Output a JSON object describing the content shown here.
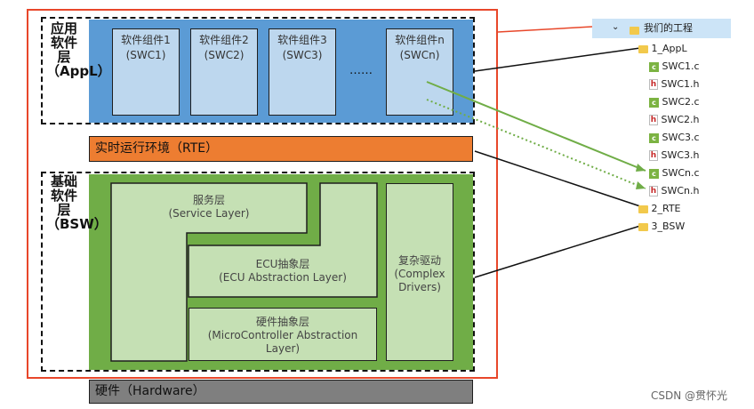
{
  "appl": {
    "layer_label": "应用软件层\n（AppL）",
    "components": [
      {
        "name": "软件组件1",
        "code": "(SWC1)"
      },
      {
        "name": "软件组件2",
        "code": "(SWC2)"
      },
      {
        "name": "软件组件3",
        "code": "(SWC3)"
      },
      {
        "name": "软件组件n",
        "code": "(SWCn)"
      }
    ],
    "ellipsis": "……"
  },
  "rte": {
    "label": "实时运行环境（RTE）"
  },
  "bsw": {
    "layer_label": "基础软件层\n（BSW）",
    "service_layer": "服务层\n(Service Layer)",
    "ecu_abstraction": "ECU抽象层\n(ECU Abstraction Layer)",
    "mcal": "硬件抽象层\n(MicroController Abstraction\nLayer)",
    "complex_drivers": "复杂驱动\n(Complex\nDrivers)"
  },
  "hardware": {
    "label": "硬件（Hardware）"
  },
  "tree": {
    "root": "我们的工程",
    "items": [
      {
        "type": "folder",
        "label": "1_AppL"
      },
      {
        "type": "c",
        "label": "SWC1.c"
      },
      {
        "type": "h",
        "label": "SWC1.h"
      },
      {
        "type": "c",
        "label": "SWC2.c"
      },
      {
        "type": "h",
        "label": "SWC2.h"
      },
      {
        "type": "c",
        "label": "SWC3.c"
      },
      {
        "type": "h",
        "label": "SWC3.h"
      },
      {
        "type": "c",
        "label": "SWCn.c"
      },
      {
        "type": "h",
        "label": "SWCn.h"
      },
      {
        "type": "folder",
        "label": "2_RTE"
      },
      {
        "type": "folder",
        "label": "3_BSW"
      }
    ]
  },
  "watermark": "CSDN @贯怀光"
}
